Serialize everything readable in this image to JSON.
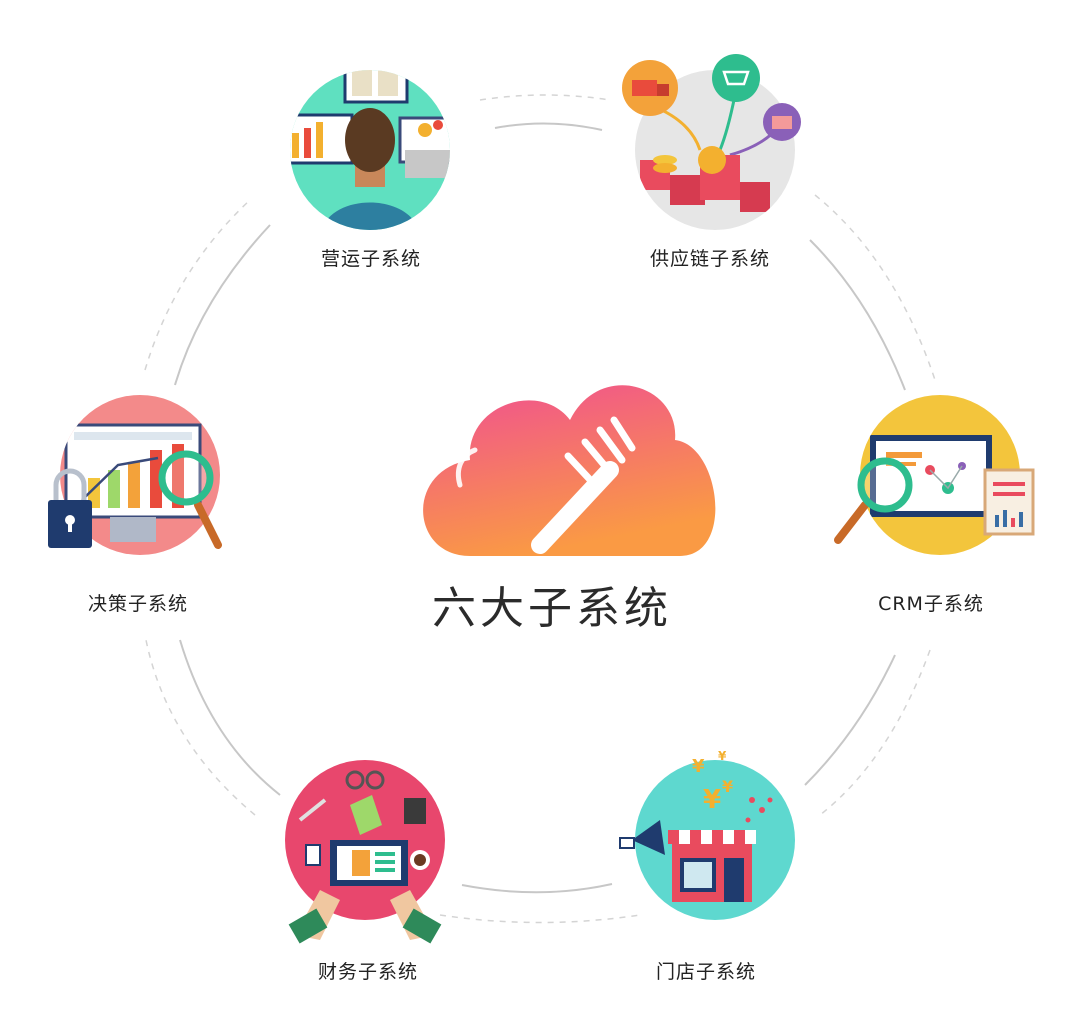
{
  "center": {
    "title": "六大子系统"
  },
  "nodes": [
    {
      "label": "营运子系统",
      "icon": "operations-monitor-icon",
      "color": "#5fe0c0"
    },
    {
      "label": "供应链子系统",
      "icon": "supply-chain-icon",
      "color": "#e6e6e6"
    },
    {
      "label": "CRM子系统",
      "icon": "crm-analytics-icon",
      "color": "#f3c53c"
    },
    {
      "label": "门店子系统",
      "icon": "storefront-icon",
      "color": "#5ed8cf"
    },
    {
      "label": "财务子系统",
      "icon": "finance-tablet-icon",
      "color": "#e8476d"
    },
    {
      "label": "决策子系统",
      "icon": "decision-chart-icon",
      "color": "#f38a8a"
    }
  ],
  "colors": {
    "logo_top": "#f25a8c",
    "logo_bottom": "#f99a48",
    "ring": "#c8c8c8"
  }
}
